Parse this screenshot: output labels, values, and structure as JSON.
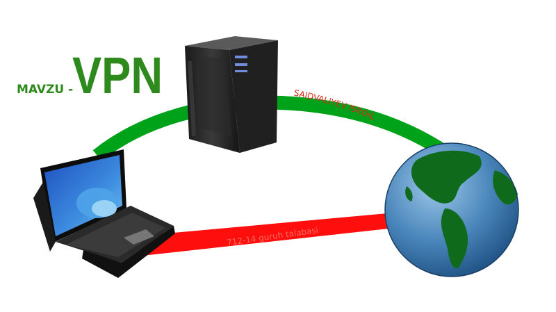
{
  "title_prefix": "MAVZU -",
  "title_main": "VPN",
  "arc_label": "SAIDVALIYEV ISROIL",
  "line_label": "712-14 guruh talabasi",
  "colors": {
    "title": "#2e8a1c",
    "arc": "#00a21a",
    "red_line": "#ff0e0e",
    "arc_text": "#d62a1a",
    "line_text": "#ff6b5e",
    "globe_ocean": "#3f7fb4",
    "globe_land": "#0f6a1c"
  },
  "icons": [
    "server-icon",
    "laptop-icon",
    "globe-icon"
  ]
}
